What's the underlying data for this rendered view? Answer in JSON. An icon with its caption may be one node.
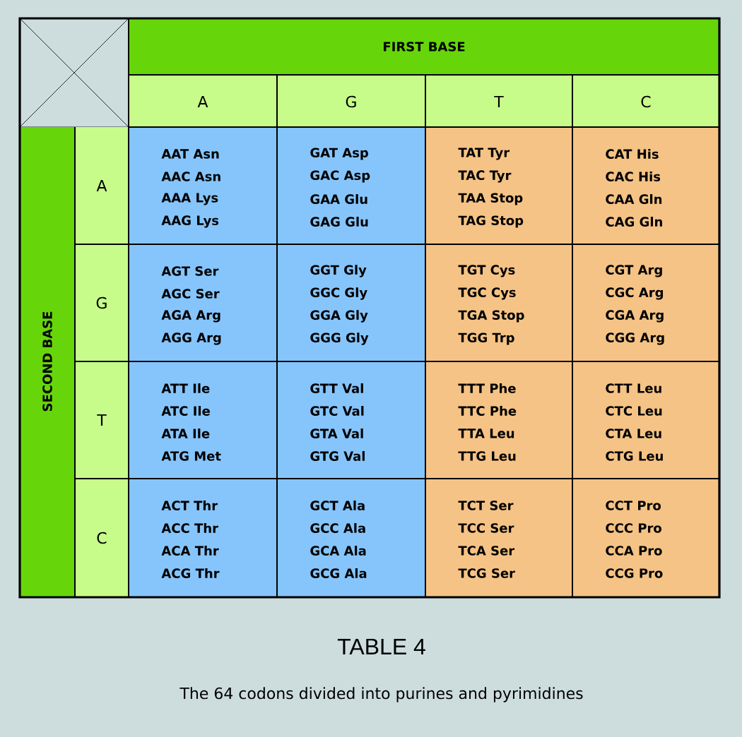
{
  "diagram": {
    "title": "TABLE 4",
    "caption": "The 64 codons divided into purines and pyrimidines",
    "labels": [
      "FIRST BASE",
      "A",
      "G",
      "T",
      "C",
      "SECOND BASE",
      "A",
      "AAT Asn",
      "AAC Asn",
      "AAA Lys",
      "AAG Lys",
      "GAT Asp",
      "GAC Asp",
      "GAA Glu",
      "GAG Glu",
      "TAT Tyr",
      "TAC Tyr",
      "TAA Stop",
      "TAG Stop",
      "CAT His",
      "CAC His",
      "CAA Gln",
      "CAG Gln",
      "G",
      "AGT Ser",
      "AGC Ser",
      "AGA Arg",
      "AGG Arg",
      "GGT Gly",
      "GGC Gly",
      "GGA Gly",
      "GGG Gly",
      "TGT Cys",
      "TGC Cys",
      "TGA Stop",
      "TGG Trp",
      "CGT Arg",
      "CGC Arg",
      "CGA Arg",
      "CGG Arg",
      "T",
      "ATT Ile",
      "ATC Ile",
      "ATA Ile",
      "ATG Met",
      "GTT Val",
      "GTC Val",
      "GTA Val",
      "GTG Val",
      "TTT Phe",
      "TTC Phe",
      "TTA Leu",
      "TTG Leu",
      "CTT Leu",
      "CTC Leu",
      "CTA Leu",
      "CTG Leu",
      "C",
      "ACT Thr",
      "ACC Thr",
      "ACA Thr",
      "ACG Thr",
      "GCT Ala",
      "GCC Ala",
      "GCA Ala",
      "GCG Ala",
      "TCT Ser",
      "TCC Ser",
      "TCA Ser",
      "TCG Ser",
      "CCT Pro",
      "CCC Pro",
      "CCA Pro",
      "CCG Pro"
    ]
  }
}
